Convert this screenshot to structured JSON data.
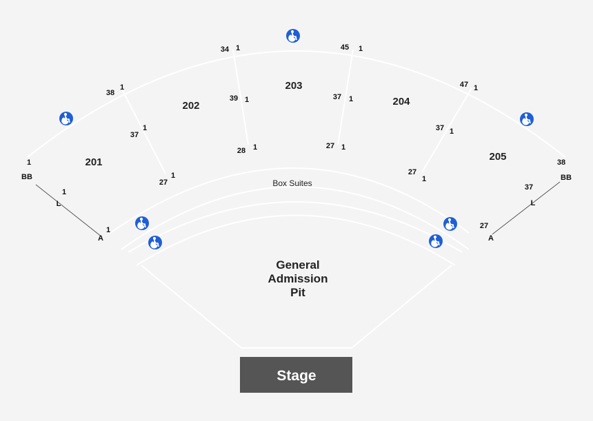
{
  "sections": {
    "s201": "201",
    "s202": "202",
    "s203": "203",
    "s204": "204",
    "s205": "205"
  },
  "box_suites": "Box Suites",
  "general_admission": [
    "General",
    "Admission",
    "Pit"
  ],
  "stage": "Stage",
  "row_labels": {
    "r34": "34",
    "r1_a": "1",
    "r45": "45",
    "r1_b": "1",
    "r38_a": "38",
    "r1_c": "1",
    "r47": "47",
    "r1_d": "1",
    "r39": "39",
    "r1_e": "1",
    "r37_a": "37",
    "r1_f": "1",
    "r37_b": "37",
    "r1_g": "1",
    "r37_c": "37",
    "r1_h": "1",
    "r28": "28",
    "r1_i": "1",
    "r27_a": "27",
    "r1_j": "1",
    "r1_k": "1",
    "rBB_a": "BB",
    "r27_b": "27",
    "r1_l": "1",
    "r1_m": "1",
    "rL_a": "L",
    "r1_n": "1",
    "rA_a": "A",
    "r27_c": "27",
    "r1_o": "1",
    "r38_b": "38",
    "rBB_b": "BB",
    "r37_d": "37",
    "rL_b": "L",
    "r27_d": "27",
    "rA_b": "A"
  },
  "colors": {
    "background": "#f4f4f4",
    "accessible": "#1f5fd6",
    "stage": "#555555"
  },
  "icons": {
    "accessible": "wheelchair-icon"
  }
}
